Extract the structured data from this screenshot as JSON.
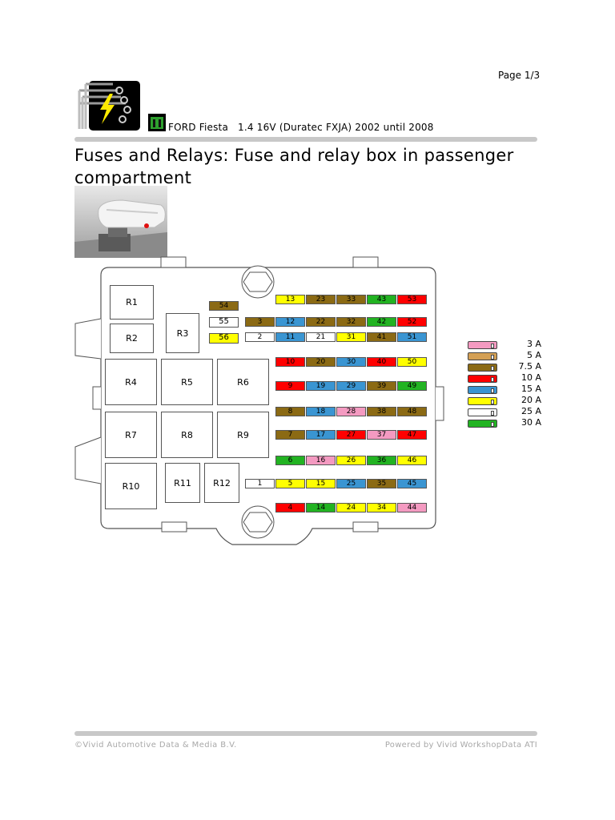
{
  "page": {
    "label": "Page 1/3"
  },
  "vehicle": {
    "text": "FORD Fiesta   1.4 16V (Duratec FXJA) 2002 until 2008"
  },
  "title": {
    "text": "Fuses and Relays: Fuse and relay box in passenger compartment"
  },
  "relays": [
    {
      "id": "r1",
      "label": "R1"
    },
    {
      "id": "r2",
      "label": "R2"
    },
    {
      "id": "r3",
      "label": "R3"
    },
    {
      "id": "r4",
      "label": "R4"
    },
    {
      "id": "r5",
      "label": "R5"
    },
    {
      "id": "r6",
      "label": "R6"
    },
    {
      "id": "r7",
      "label": "R7"
    },
    {
      "id": "r8",
      "label": "R8"
    },
    {
      "id": "r9",
      "label": "R9"
    },
    {
      "id": "r10",
      "label": "R10"
    },
    {
      "id": "r11",
      "label": "R11"
    },
    {
      "id": "r12",
      "label": "R12"
    }
  ],
  "fuses": [
    {
      "n": "54",
      "rating": "7.5 A"
    },
    {
      "n": "55",
      "rating": "25 A"
    },
    {
      "n": "56",
      "rating": "20 A"
    },
    {
      "n": "13",
      "rating": "20 A"
    },
    {
      "n": "23",
      "rating": "7.5 A"
    },
    {
      "n": "33",
      "rating": "7.5 A"
    },
    {
      "n": "43",
      "rating": "30 A"
    },
    {
      "n": "53",
      "rating": "10 A"
    },
    {
      "n": "3",
      "rating": "7.5 A"
    },
    {
      "n": "12",
      "rating": "15 A"
    },
    {
      "n": "22",
      "rating": "7.5 A"
    },
    {
      "n": "32",
      "rating": "7.5 A"
    },
    {
      "n": "42",
      "rating": "30 A"
    },
    {
      "n": "52",
      "rating": "10 A"
    },
    {
      "n": "2",
      "rating": "25 A"
    },
    {
      "n": "11",
      "rating": "15 A"
    },
    {
      "n": "21",
      "rating": "25 A"
    },
    {
      "n": "31",
      "rating": "20 A"
    },
    {
      "n": "41",
      "rating": "7.5 A"
    },
    {
      "n": "51",
      "rating": "15 A"
    },
    {
      "n": "10",
      "rating": "10 A"
    },
    {
      "n": "20",
      "rating": "7.5 A"
    },
    {
      "n": "30",
      "rating": "15 A"
    },
    {
      "n": "40",
      "rating": "10 A"
    },
    {
      "n": "50",
      "rating": "20 A"
    },
    {
      "n": "9",
      "rating": "10 A"
    },
    {
      "n": "19",
      "rating": "15 A"
    },
    {
      "n": "29",
      "rating": "15 A"
    },
    {
      "n": "39",
      "rating": "7.5 A"
    },
    {
      "n": "49",
      "rating": "30 A"
    },
    {
      "n": "8",
      "rating": "7.5 A"
    },
    {
      "n": "18",
      "rating": "15 A"
    },
    {
      "n": "28",
      "rating": "3 A"
    },
    {
      "n": "38",
      "rating": "7.5 A"
    },
    {
      "n": "48",
      "rating": "7.5 A"
    },
    {
      "n": "7",
      "rating": "7.5 A"
    },
    {
      "n": "17",
      "rating": "15 A"
    },
    {
      "n": "27",
      "rating": "10 A"
    },
    {
      "n": "37",
      "rating": "3 A"
    },
    {
      "n": "47",
      "rating": "10 A"
    },
    {
      "n": "6",
      "rating": "30 A"
    },
    {
      "n": "16",
      "rating": "3 A"
    },
    {
      "n": "26",
      "rating": "20 A"
    },
    {
      "n": "36",
      "rating": "30 A"
    },
    {
      "n": "46",
      "rating": "20 A"
    },
    {
      "n": "1",
      "rating": "25 A"
    },
    {
      "n": "5",
      "rating": "20 A"
    },
    {
      "n": "15",
      "rating": "20 A"
    },
    {
      "n": "25",
      "rating": "15 A"
    },
    {
      "n": "35",
      "rating": "7.5 A"
    },
    {
      "n": "45",
      "rating": "15 A"
    },
    {
      "n": "4",
      "rating": "10 A"
    },
    {
      "n": "14",
      "rating": "30 A"
    },
    {
      "n": "24",
      "rating": "20 A"
    },
    {
      "n": "34",
      "rating": "20 A"
    },
    {
      "n": "44",
      "rating": "3 A"
    }
  ],
  "legend": [
    {
      "rating": "3 A",
      "color": "#f49ac1"
    },
    {
      "rating": "5 A",
      "color": "#d4a055"
    },
    {
      "rating": "7.5 A",
      "color": "#8b6a14"
    },
    {
      "rating": "10 A",
      "color": "#ff0000"
    },
    {
      "rating": "15 A",
      "color": "#3a95d2"
    },
    {
      "rating": "20 A",
      "color": "#ffff00"
    },
    {
      "rating": "25 A",
      "color": "#ffffff"
    },
    {
      "rating": "30 A",
      "color": "#22b322"
    }
  ],
  "footer": {
    "left": "©Vivid Automotive Data & Media B.V.",
    "right": "Powered by Vivid WorkshopData ATI"
  }
}
